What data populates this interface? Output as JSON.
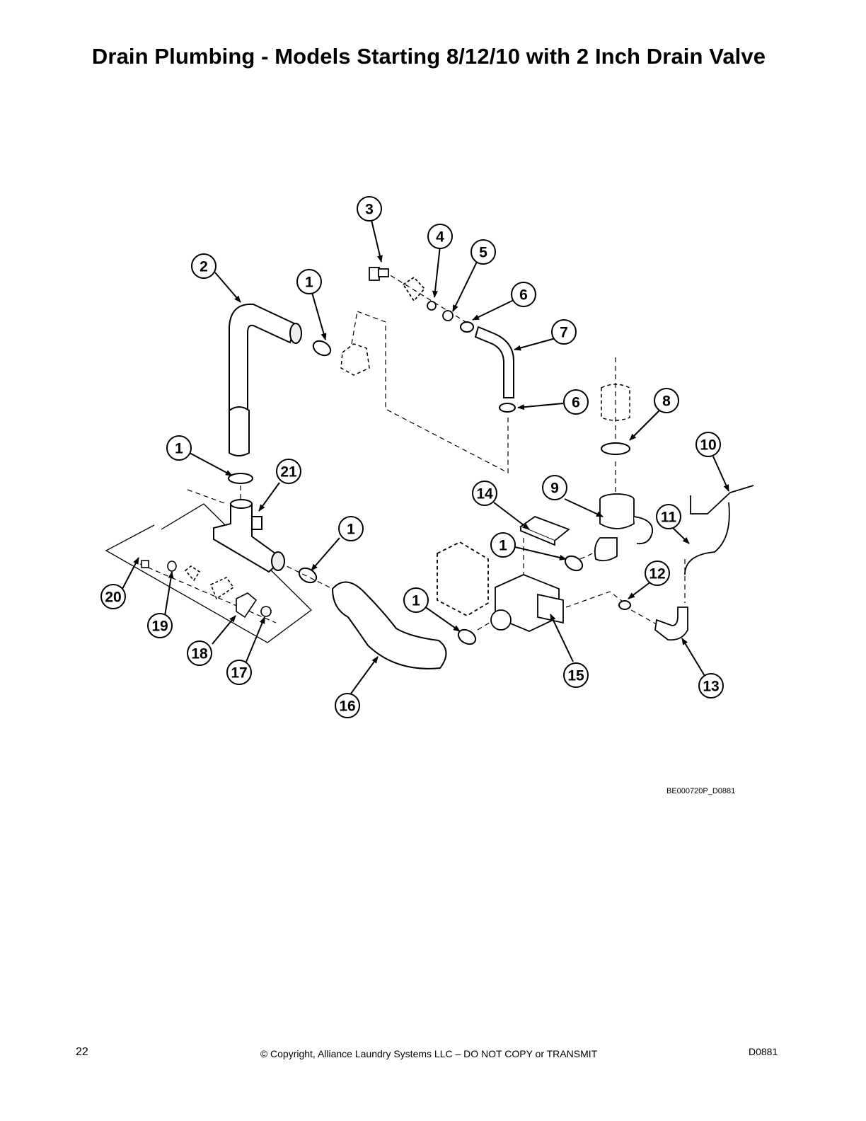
{
  "title": "Drain Plumbing - Models Starting 8/12/10 with 2 Inch Drain Valve",
  "drawing_code": "BE000720P_D0881",
  "footer": {
    "page_number": "22",
    "copyright": "© Copyright, Alliance Laundry Systems LLC – DO NOT COPY or TRANSMIT",
    "doc_code": "D0881"
  },
  "callouts": [
    "3",
    "4",
    "5",
    "2",
    "1",
    "6",
    "7",
    "6",
    "8",
    "1",
    "10",
    "21",
    "14",
    "9",
    "11",
    "1",
    "1",
    "12",
    "20",
    "1",
    "19",
    "18",
    "17",
    "15",
    "16",
    "13"
  ]
}
